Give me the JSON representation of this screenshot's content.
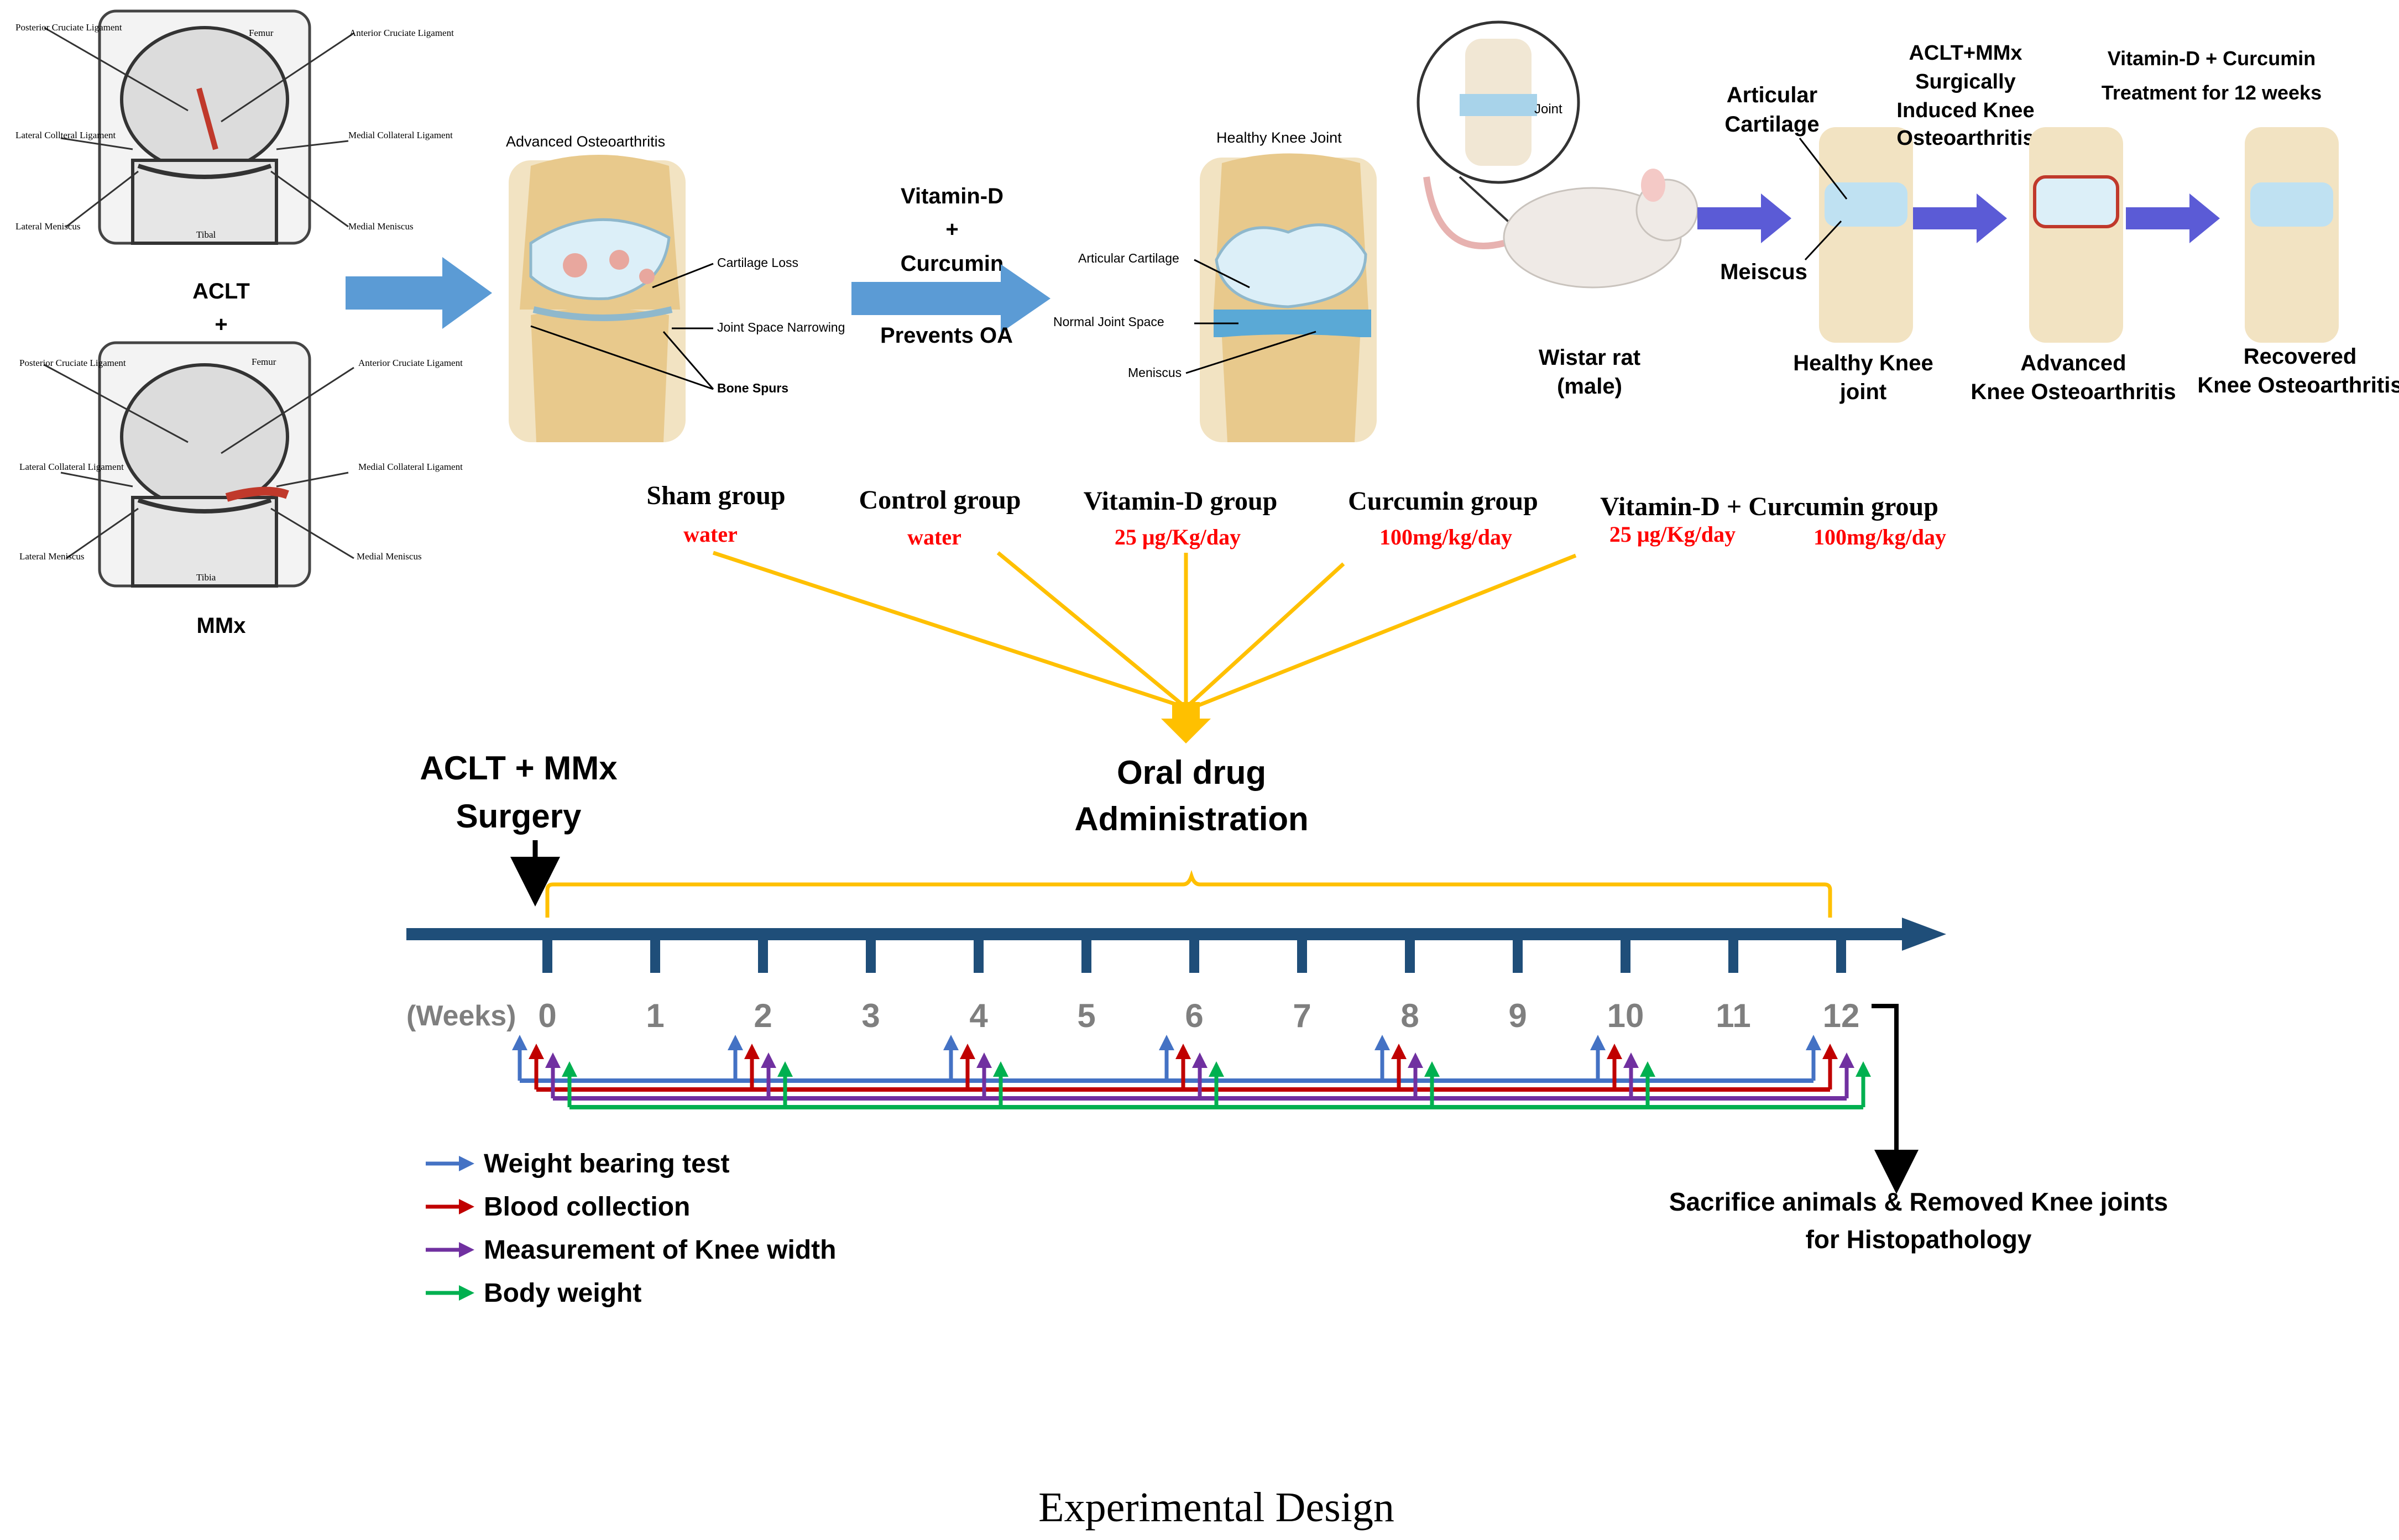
{
  "colors": {
    "timeline_blue": "#1F4E79",
    "tick_gray": "#7F7F7F",
    "yellow": "#FFC000",
    "red_text": "#FF0000",
    "weight_bearing": "#4472C4",
    "blood": "#C00000",
    "knee_width": "#7030A0",
    "body_weight": "#00B050",
    "process_arrow": "#5B9BD5",
    "rat_arrow": "#5B5BD6",
    "bone": "#E8C98C",
    "cartilage": "#BFE1F2"
  },
  "knee_anatomy_top": {
    "labels": [
      "Posterior Cruciate Ligament",
      "Anterior Cruciate Ligament",
      "Femur",
      "Lateral Collteral Ligament",
      "Medial Collateral Ligament",
      "Lateral Meniscus",
      "Medial Meniscus",
      "Tibal"
    ]
  },
  "knee_anatomy_bottom": {
    "labels": [
      "Posterior Cruciate Ligament",
      "Anterior Cruciate Ligament",
      "Femur",
      "Lateral Collateral Ligament",
      "Medial Collateral Ligament",
      "Lateral Meniscus",
      "Medial Meniscus",
      "Tibia"
    ]
  },
  "surgery_labels": {
    "aclt": "ACLT",
    "plus": "+",
    "mmx": "MMx"
  },
  "advanced_oa": {
    "title": "Advanced Osteoarthritis",
    "labels": [
      "Cartilage Loss",
      "Joint Space Narrowing",
      "Bone Spurs"
    ]
  },
  "treatment": {
    "line1": "Vitamin-D",
    "line2": "+",
    "line3": "Curcumin",
    "line4": "Prevents OA"
  },
  "healthy_knee": {
    "title": "Healthy Knee Joint",
    "labels": [
      "Articular Cartilage",
      "Normal Joint Space",
      "Meniscus"
    ]
  },
  "rat_panel": {
    "joint_label": "Joint",
    "rat_label_1": "Wistar rat",
    "rat_label_2": "(male)",
    "articular_1": "Articular",
    "articular_2": "Cartilage",
    "meiscus": "Meiscus",
    "healthy_1": "Healthy Knee",
    "healthy_2": "joint",
    "induced_1": "ACLT+MMx",
    "induced_2": "Surgically",
    "induced_3": "Induced Knee",
    "induced_4": "Osteoarthritis",
    "treatment_1": "Vitamin-D + Curcumin",
    "treatment_2": "Treatment for 12 weeks",
    "advanced_1": "Advanced",
    "advanced_2": "Knee Osteoarthritis",
    "recovered_1": "Recovered",
    "recovered_2": "Knee Osteoarthritis"
  },
  "groups": [
    {
      "name": "Sham group",
      "dose": "water"
    },
    {
      "name": "Control group",
      "dose": "water"
    },
    {
      "name": "Vitamin-D group",
      "dose": "25 μg/Kg/day"
    },
    {
      "name": "Curcumin group",
      "dose": "100mg/kg/day"
    },
    {
      "name": "Vitamin-D + Curcumin group",
      "dose_a": "25 μg/Kg/day",
      "dose_b": "100mg/kg/day"
    }
  ],
  "oral": {
    "line1": "Oral drug",
    "line2": "Administration"
  },
  "surgery": {
    "line1": "ACLT + MMx",
    "line2": "Surgery"
  },
  "timeline": {
    "unit_label": "(Weeks)",
    "weeks": [
      "0",
      "1",
      "2",
      "3",
      "4",
      "5",
      "6",
      "7",
      "8",
      "9",
      "10",
      "11",
      "12"
    ],
    "measurement_weeks": [
      0,
      2,
      4,
      6,
      8,
      10,
      12
    ]
  },
  "legend": [
    {
      "label": "Weight bearing test",
      "color": "#4472C4"
    },
    {
      "label": "Blood collection",
      "color": "#C00000"
    },
    {
      "label": "Measurement of Knee width",
      "color": "#7030A0"
    },
    {
      "label": "Body weight",
      "color": "#00B050"
    }
  ],
  "sacrifice": {
    "line1": "Sacrifice animals & Removed Knee joints",
    "line2": "for Histopathology"
  },
  "caption": "Experimental Design"
}
